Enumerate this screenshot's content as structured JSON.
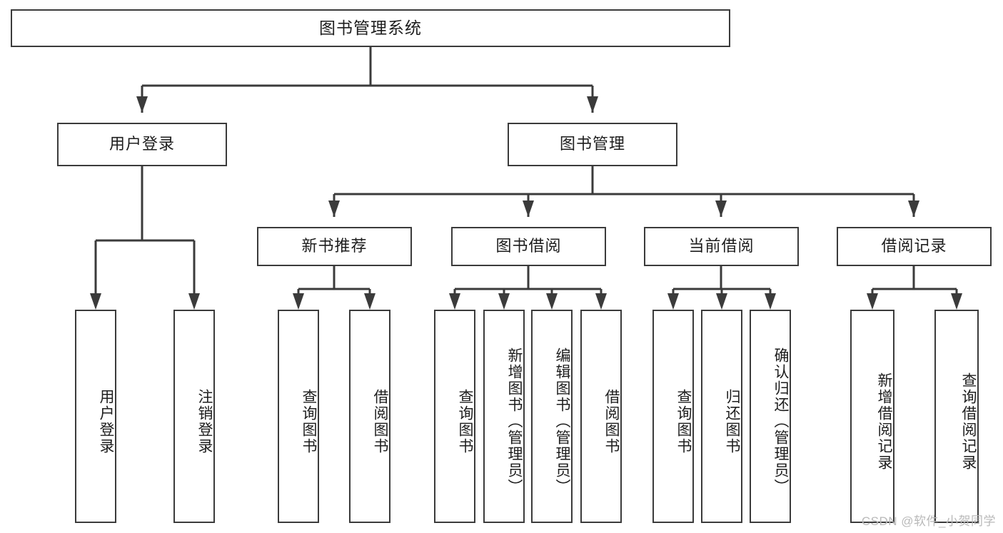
{
  "diagram": {
    "type": "tree",
    "title": "图书管理系统",
    "root": {
      "label": "图书管理系统"
    },
    "level2": [
      {
        "label": "用户登录"
      },
      {
        "label": "图书管理"
      }
    ],
    "level3": [
      {
        "label": "新书推荐"
      },
      {
        "label": "图书借阅"
      },
      {
        "label": "当前借阅"
      },
      {
        "label": "借阅记录"
      }
    ],
    "leaves": {
      "user_login": [
        {
          "label": "用户登录"
        },
        {
          "label": "注销登录"
        }
      ],
      "new_book_recommend": [
        {
          "label": "查询图书"
        },
        {
          "label": "借阅图书"
        }
      ],
      "book_borrow": [
        {
          "label": "查询图书"
        },
        {
          "label": "新增图书（管理员）"
        },
        {
          "label": "编辑图书（管理员）"
        },
        {
          "label": "借阅图书"
        }
      ],
      "current_borrow": [
        {
          "label": "查询图书"
        },
        {
          "label": "归还图书"
        },
        {
          "label": "确认归还（管理员）"
        }
      ],
      "borrow_record": [
        {
          "label": "新增借阅记录"
        },
        {
          "label": "查询借阅记录"
        }
      ]
    }
  },
  "watermark": {
    "text": "CSDN @软件_小贺同学"
  },
  "colors": {
    "stroke": "#3b3b3b",
    "text": "#1d1d1d",
    "background": "#ffffff",
    "watermark": "#b9b9b9"
  }
}
